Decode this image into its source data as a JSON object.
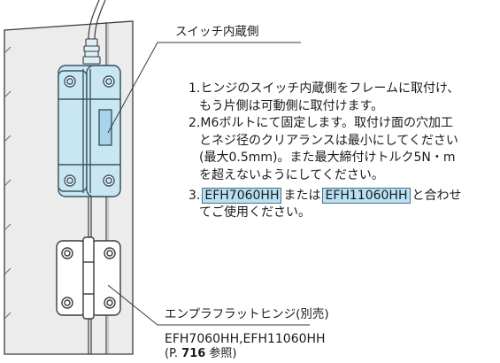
{
  "labels": {
    "switch_side": "スイッチ内蔵側",
    "flat_hinge": "エンプラフラットヒンジ(別売)",
    "models": "EFH7060HH,EFH11060HH",
    "ref_prefix": "(P. ",
    "ref_page": "716",
    "ref_suffix": " 参照)"
  },
  "notes": [
    {
      "num": "1.",
      "lines": [
        "ヒンジのスイッチ内蔵側をフレームに取付け、",
        "もう片側は可動側に取付けます。"
      ]
    },
    {
      "num": "2.",
      "lines": [
        "M6ボルトにて固定します。取付け面の穴加工",
        "とネジ径のクリアランスは最小にしてください",
        "(最大0.5mm)。また最大締付けトルク5N・m",
        "を超えないようにしてください。"
      ]
    },
    {
      "num": "3.",
      "code1": "EFH7060HH",
      "mid": "または",
      "code2": "EFH11060HH",
      "tail": "と合わせ",
      "line2": "てご使用ください。"
    }
  ],
  "colors": {
    "hinge_fill": "#c9e6f3",
    "hinge_stroke": "#3c5566",
    "highlight": "#b9e1f3",
    "frame_fill": "#ececec"
  }
}
